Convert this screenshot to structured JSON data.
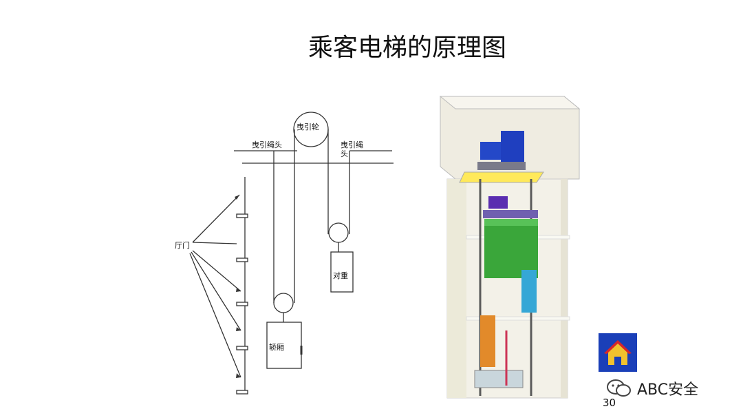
{
  "title": "乘客电梯的原理图",
  "labels": {
    "traction_sheave": "曳引轮",
    "rope_head_left": "曳引绳头",
    "rope_head_right_1": "曳引绳",
    "rope_head_right_2": "头",
    "landing_door": "厅门",
    "counterweight": "对重",
    "car": "轿厢"
  },
  "page_number": "30",
  "watermark": "ABC安全",
  "colors": {
    "line": "#333333",
    "shaft_wall": "#efece1",
    "car_green": "#3aa63a",
    "counterweight_orange": "#e28a2a",
    "machine_blue": "#1f3fbf",
    "door_cyan": "#35a7d6"
  }
}
